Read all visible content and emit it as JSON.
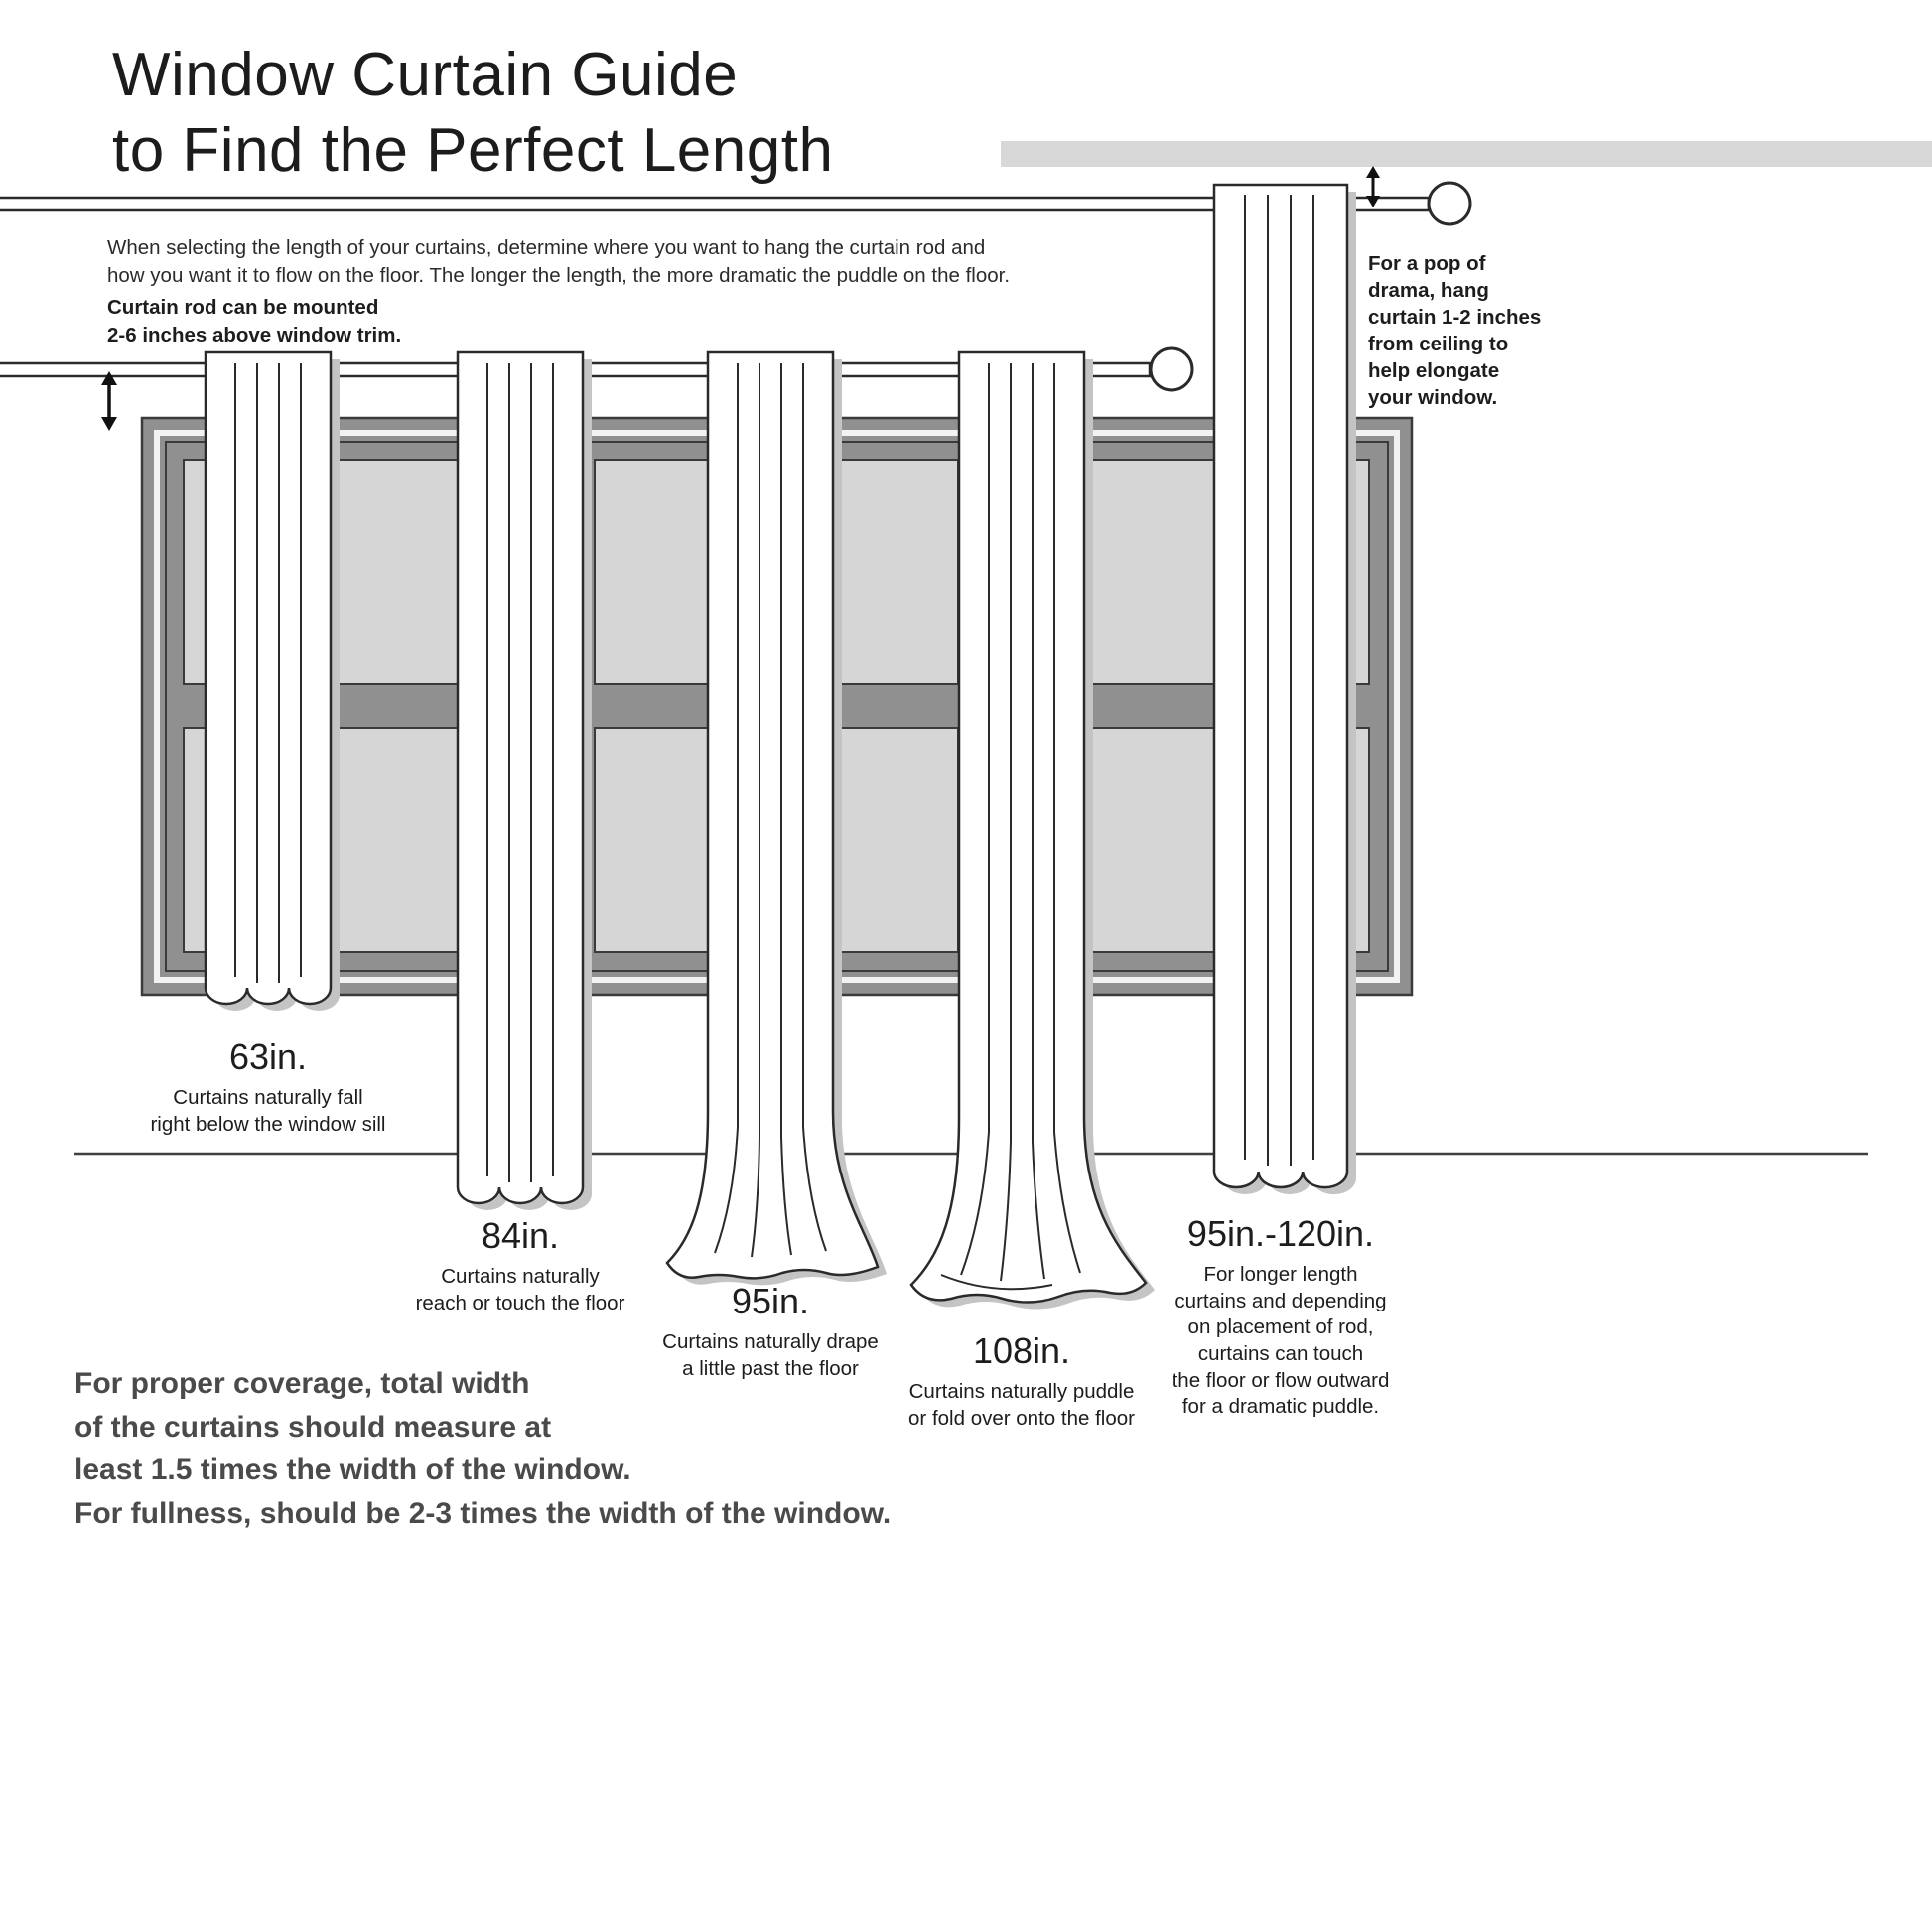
{
  "page": {
    "title": "Window Curtain Guide\nto Find the Perfect Length",
    "intro": "When selecting the length of your curtains, determine where you want to hang the curtain rod and\nhow you want it to flow on the floor. The longer the length, the more dramatic the puddle on the floor.",
    "rod_note": "Curtain rod can be mounted\n2-6 inches above window trim.",
    "drama_note": "For a pop of\ndrama, hang\ncurtain 1-2 inches\nfrom ceiling to\nhelp elongate\nyour window.",
    "coverage_note": "For proper coverage, total width\nof the curtains should measure at\nleast 1.5 times the width of the window.\nFor fullness, should be 2-3 times the width of the window."
  },
  "curtains": [
    {
      "length_label": "63in.",
      "caption": "Curtains naturally fall\nright below the window sill"
    },
    {
      "length_label": "84in.",
      "caption": "Curtains naturally\nreach or touch the floor"
    },
    {
      "length_label": "95in.",
      "caption": "Curtains naturally drape\na little past the floor"
    },
    {
      "length_label": "108in.",
      "caption": "Curtains naturally puddle\nor fold over onto the floor"
    },
    {
      "length_label": "95in.-120in.",
      "caption": "For longer length\ncurtains and depending\non placement of rod,\ncurtains can touch\nthe floor or flow outward\nfor a dramatic puddle."
    }
  ],
  "colors": {
    "accent_bar": "#d8d8d8",
    "window_frame": "#909090",
    "glass": "#d6d6d6",
    "curtain_shadow": "#c4c4c4",
    "line": "#2a2a2a"
  }
}
